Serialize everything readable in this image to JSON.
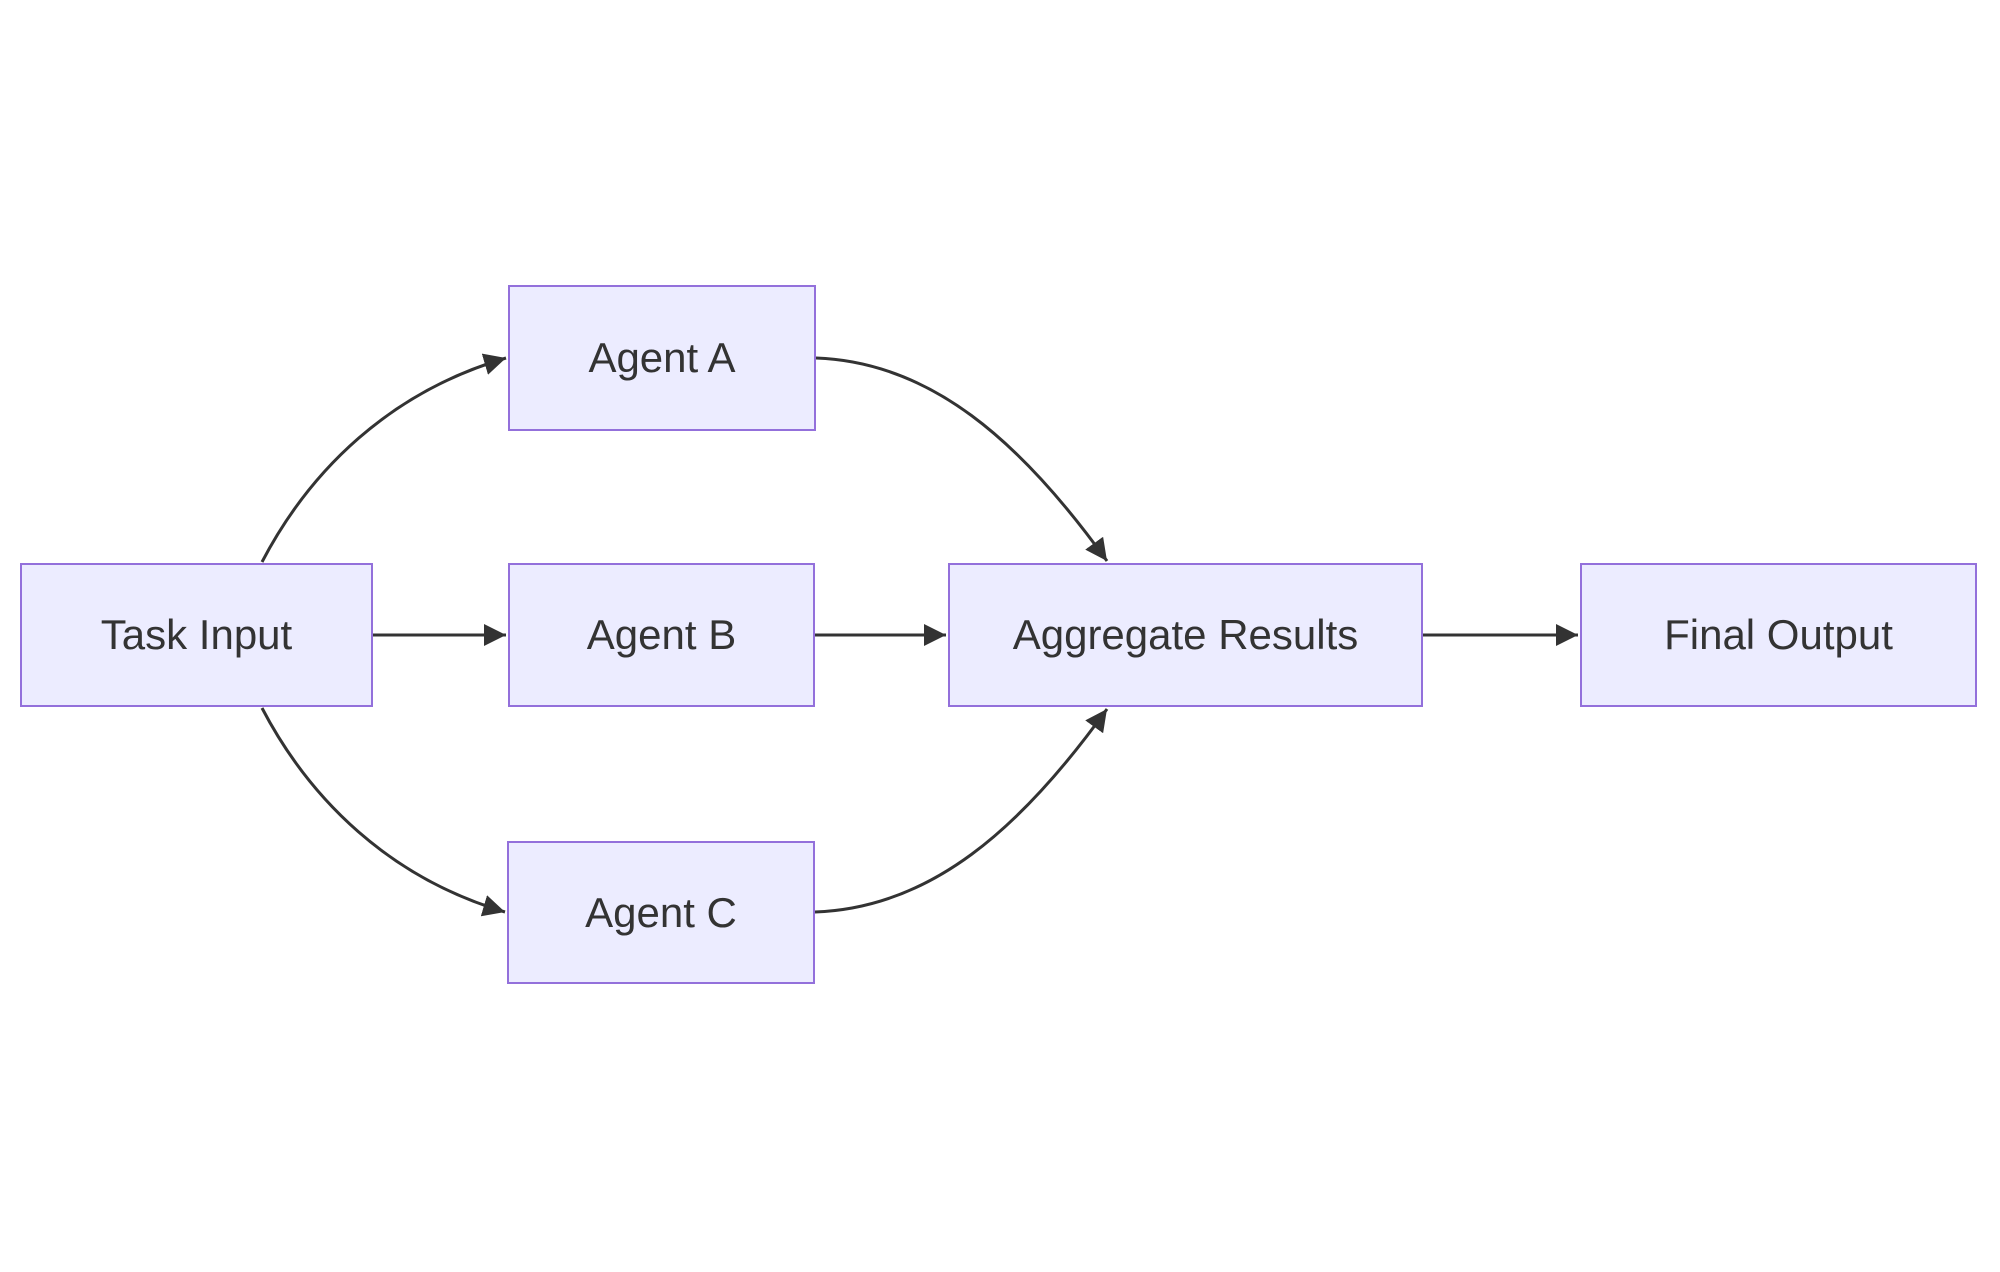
{
  "diagram": {
    "type": "flowchart",
    "direction": "left-to-right",
    "colors": {
      "background": "#ffffff",
      "node_fill": "#ECECFF",
      "node_border": "#9370DB",
      "edge_line": "#333333",
      "label_text": "#333333"
    },
    "nodes": [
      {
        "id": "task-input",
        "label": "Task Input"
      },
      {
        "id": "agent-a",
        "label": "Agent A"
      },
      {
        "id": "agent-b",
        "label": "Agent B"
      },
      {
        "id": "agent-c",
        "label": "Agent C"
      },
      {
        "id": "aggregate-results",
        "label": "Aggregate Results"
      },
      {
        "id": "final-output",
        "label": "Final Output"
      }
    ],
    "edges": [
      {
        "from": "task-input",
        "to": "agent-a"
      },
      {
        "from": "task-input",
        "to": "agent-b"
      },
      {
        "from": "task-input",
        "to": "agent-c"
      },
      {
        "from": "agent-a",
        "to": "aggregate-results"
      },
      {
        "from": "agent-b",
        "to": "aggregate-results"
      },
      {
        "from": "agent-c",
        "to": "aggregate-results"
      },
      {
        "from": "aggregate-results",
        "to": "final-output"
      }
    ]
  }
}
